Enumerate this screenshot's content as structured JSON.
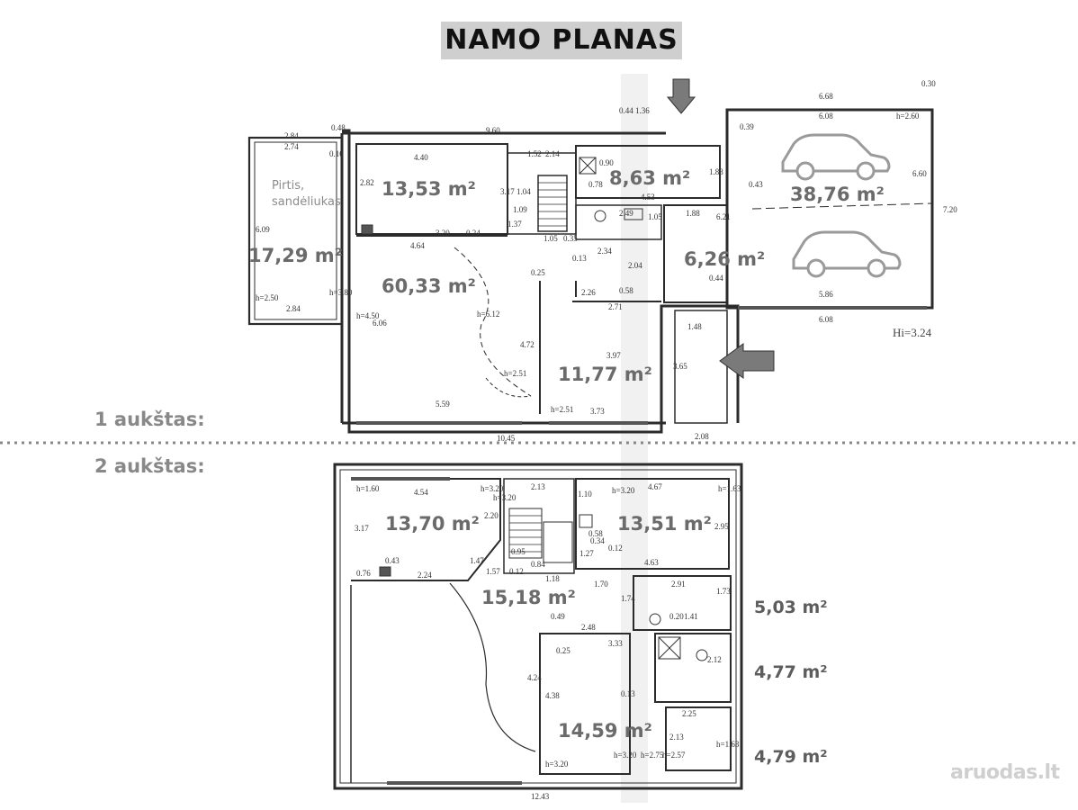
{
  "title": "NAMO PLANAS",
  "floors": {
    "first": "1 aukštas:",
    "second": "2 aukštas:"
  },
  "ground_rooms": {
    "sauna_name_1": "Pirtis,",
    "sauna_name_2": "sandėliukas",
    "sauna_area": "17,29 m²",
    "room_a": "13,53 m²",
    "living": "60,33 m²",
    "hall": "8,63 m²",
    "bath": "6,26 m²",
    "garage": "38,76 m²",
    "entry": "11,77 m²"
  },
  "upper_rooms": {
    "room_1": "13,70 m²",
    "room_2": "13,51 m²",
    "corridor": "15,18 m²",
    "bath_1": "5,03 m²",
    "bath_2": "4,77 m²",
    "room_3": "14,59 m²",
    "bath_3": "4,79 m²"
  },
  "height_note": "Hi=3.24",
  "dims_ground": {
    "d1": "2.84",
    "d2": "2.74",
    "d3": "0.48",
    "d4": "0.10",
    "d5": "9.60",
    "d6": "4.40",
    "d7": "2.14",
    "d8": "0.44",
    "d9": "1.36",
    "d10": "6.68",
    "d11": "0.30",
    "d12": "6.08",
    "d13": "h=2.60",
    "d14": "0.39",
    "d15": "6.60",
    "d16": "7.20",
    "d17": "0.43",
    "d18": "2.82",
    "d19": "3.17",
    "d20": "1.04",
    "d21": "0.78",
    "d22": "0.90",
    "d23": "1.88",
    "d24": "4.53",
    "d25": "1.09",
    "d26": "2.49",
    "d27": "1.05",
    "d28": "6.09",
    "d29": "3.20",
    "d30": "0.24",
    "d31": "1.37",
    "d32": "1.05",
    "d33": "0.35",
    "d34": "4.64",
    "d35": "2.34",
    "d36": "6.21",
    "d37": "0.13",
    "d38": "2.04",
    "d39": "0.25",
    "d40": "h=6.12",
    "d41": "0.44",
    "d42": "5.86",
    "d43": "2.26",
    "d44": "0.58",
    "d45": "h=2.50",
    "d46": "2.84",
    "d47": "h=3.80",
    "d48": "h=4.50",
    "d49": "6.06",
    "d50": "2.71",
    "d51": "1.48",
    "d52": "6.08",
    "d53": "4.72",
    "d54": "3.97",
    "d55": "3.65",
    "d56": "h=2.51",
    "d57": "5.59",
    "d58": "h=2.51",
    "d59": "3.73",
    "d60": "10.45",
    "d61": "2.08",
    "d62": "1.52",
    "d63": "1.88"
  },
  "dims_upper": {
    "u1": "h=1.60",
    "u2": "4.54",
    "u3": "h=3.20",
    "u4": "h=3.20",
    "u5": "2.13",
    "u6": "1.10",
    "u7": "h=3.20",
    "u8": "4.67",
    "u9": "h=1.63",
    "u10": "3.17",
    "u11": "2.20",
    "u12": "2.95",
    "u13": "0.58",
    "u14": "0.34",
    "u15": "1.47",
    "u16": "0.95",
    "u17": "1.27",
    "u18": "0.84",
    "u19": "0.12",
    "u20": "0.43",
    "u21": "4.63",
    "u22": "0.76",
    "u23": "2.24",
    "u24": "1.57",
    "u25": "0.12",
    "u26": "1.18",
    "u27": "1.70",
    "u28": "2.91",
    "u29": "1.73",
    "u30": "1.74",
    "u31": "0.49",
    "u32": "0.20",
    "u33": "1.41",
    "u34": "2.48",
    "u35": "0.25",
    "u36": "3.33",
    "u37": "2.12",
    "u38": "4.24",
    "u39": "4.38",
    "u40": "0.13",
    "u41": "2.25",
    "u42": "2.13",
    "u43": "h=1.63",
    "u44": "h=3.20",
    "u45": "h=2.75",
    "u46": "h=2.57",
    "u47": "h=3.20",
    "u48": "12.43"
  },
  "logo": "aruodas.lt",
  "colors": {
    "wall": "#2b2b2b",
    "area_text": "#6b6b6b",
    "arrow": "#7a7a7a",
    "car": "#9a9a9a",
    "title_bg": "#cfcfcf"
  }
}
